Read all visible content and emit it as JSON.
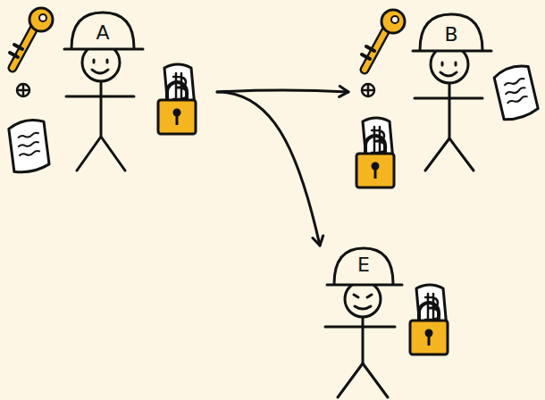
{
  "diagram": {
    "nodes": [
      {
        "text": [
          "A"
        ]
      },
      {
        "text": [
          "B"
        ]
      },
      {
        "text": [
          "E"
        ]
      }
    ],
    "edges": [
      {
        "from": 0,
        "to": 1,
        "arrow": "to"
      },
      {
        "from": 0,
        "to": 2,
        "arrow": "to"
      }
    ]
  }
}
